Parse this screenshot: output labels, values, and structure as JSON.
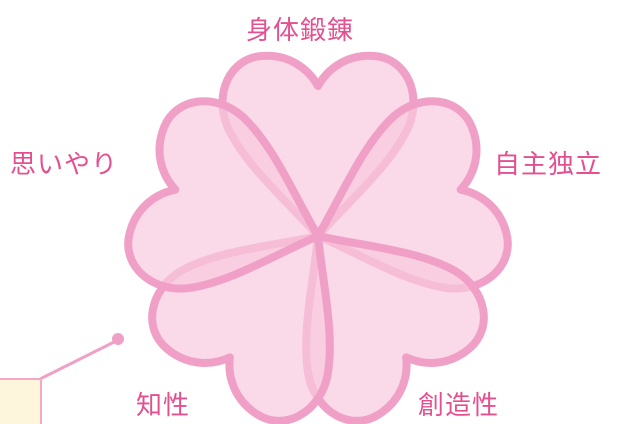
{
  "diagram": {
    "petals": [
      {
        "key": "top",
        "label": "身体鍛錬"
      },
      {
        "key": "upper-right",
        "label": "自主独立"
      },
      {
        "key": "bottom-right",
        "label": "創造性"
      },
      {
        "key": "bottom-left",
        "label": "知性"
      },
      {
        "key": "upper-left",
        "label": "思いやり"
      }
    ]
  },
  "colors": {
    "petal_fill": "#f8c9de",
    "petal_stroke": "#f0a0c6",
    "label_text": "#e4508f",
    "connector": "#f0a0c6",
    "note_fill": "#fdf5dc"
  }
}
